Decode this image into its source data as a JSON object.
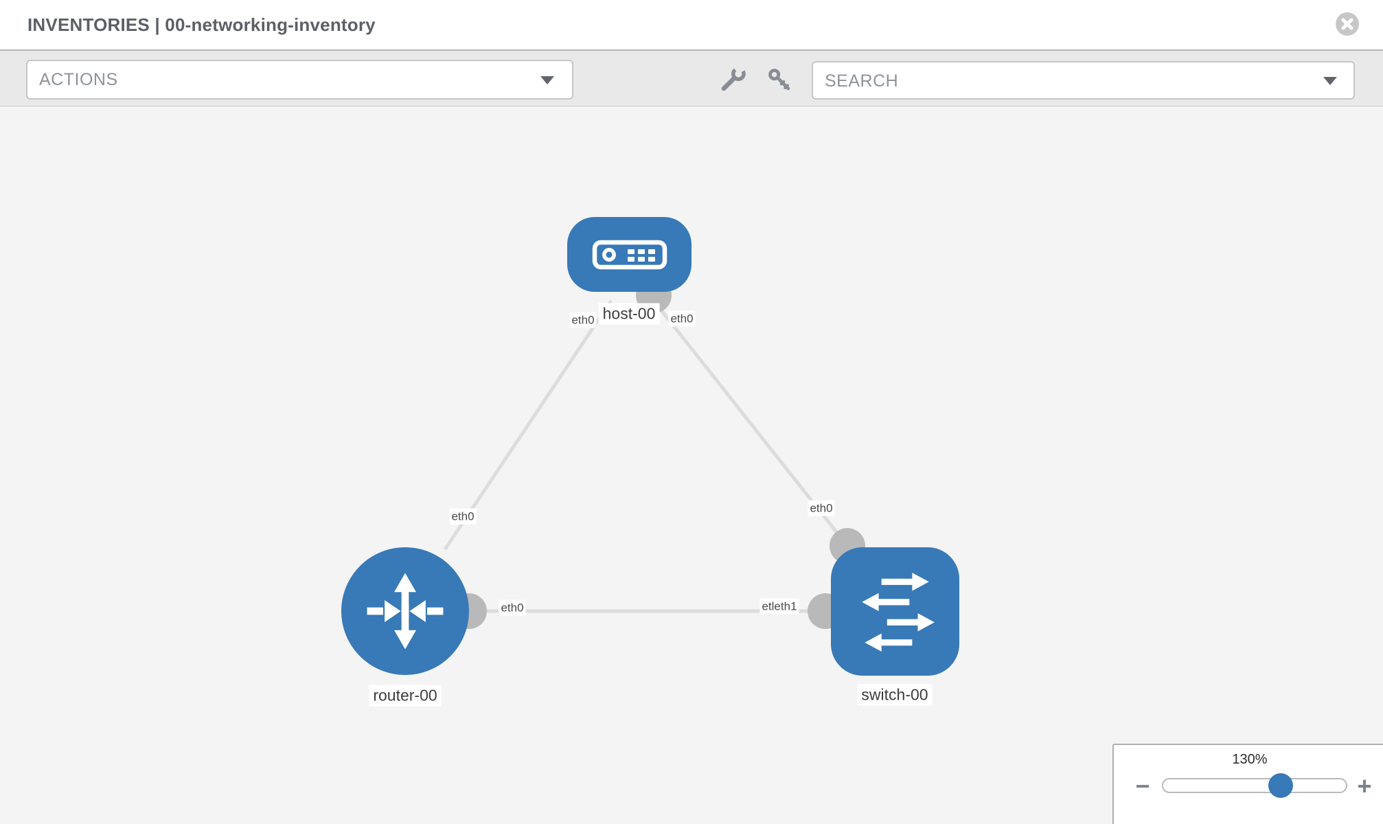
{
  "header": {
    "title": "INVENTORIES | 00-networking-inventory"
  },
  "toolbar": {
    "actions_label": "ACTIONS",
    "search_label": "SEARCH"
  },
  "topology": {
    "nodes": [
      {
        "id": "host-00",
        "type": "host",
        "label": "host-00"
      },
      {
        "id": "router-00",
        "type": "router",
        "label": "router-00"
      },
      {
        "id": "switch-00",
        "type": "switch",
        "label": "switch-00"
      }
    ],
    "links": [
      {
        "from": "host-00",
        "to": "router-00",
        "from_label": "eth0",
        "to_label": "eth0"
      },
      {
        "from": "host-00",
        "to": "switch-00",
        "from_label": "eth0",
        "to_label": "eth0"
      },
      {
        "from": "router-00",
        "to": "switch-00",
        "from_label": "eth0",
        "to_label": "etleth1"
      }
    ]
  },
  "zoom_control": {
    "level": "130%",
    "percent": 130,
    "minus_glyph": "−",
    "plus_glyph": "+"
  },
  "colors": {
    "node_blue": "#3879b7",
    "link_gray": "#dcdcdc",
    "connector_gray": "#b9b9b9",
    "toolbar_bg": "#e9e9e9",
    "canvas_bg": "#f4f4f4",
    "icon_gray": "#878d93"
  }
}
